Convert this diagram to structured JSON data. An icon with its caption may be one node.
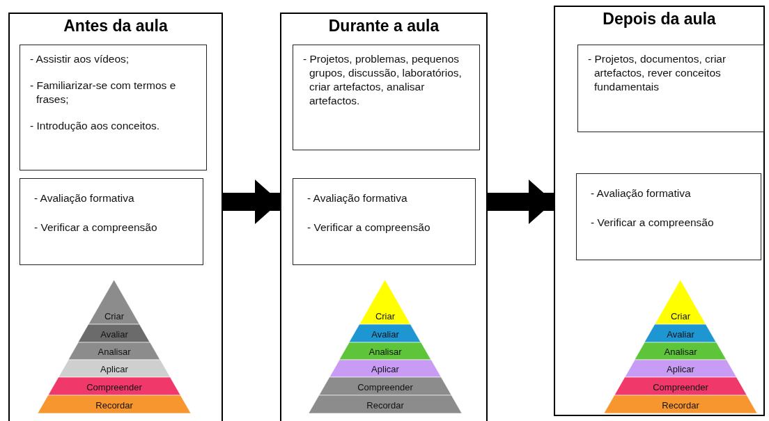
{
  "diagram": {
    "nodes": [
      {
        "text": [
          "Antes da aula"
        ]
      },
      {
        "text": [
          "- Assistir aos vídeos;",
          "- Familiarizar-se com termos e frases;",
          "- Introdução aos conceitos."
        ],
        "in": 0
      },
      {
        "text": [
          "- Avaliação formativa",
          "- Verificar a compreensão"
        ],
        "in": 0
      },
      {
        "text": [
          "Criar"
        ],
        "in": 0
      },
      {
        "text": [
          "Avaliar"
        ],
        "in": 0
      },
      {
        "text": [
          "Analisar"
        ],
        "in": 0
      },
      {
        "text": [
          "Aplicar"
        ],
        "in": 0
      },
      {
        "text": [
          "Compreender"
        ],
        "in": 0
      },
      {
        "text": [
          "Recordar"
        ],
        "in": 0
      },
      {
        "text": [
          "Durante a aula"
        ]
      },
      {
        "text": [
          "- Projetos, problemas, pequenos grupos, discussão, laboratórios, criar artefactos, analisar artefactos."
        ],
        "in": 9
      },
      {
        "text": [
          "- Avaliação formativa",
          "- Verificar a compreensão"
        ],
        "in": 9
      },
      {
        "text": [
          "Criar"
        ],
        "in": 9
      },
      {
        "text": [
          "Avaliar"
        ],
        "in": 9
      },
      {
        "text": [
          "Analisar"
        ],
        "in": 9
      },
      {
        "text": [
          "Aplicar"
        ],
        "in": 9
      },
      {
        "text": [
          "Compreender"
        ],
        "in": 9
      },
      {
        "text": [
          "Recordar"
        ],
        "in": 9
      },
      {
        "text": [
          "Depois da aula"
        ]
      },
      {
        "text": [
          "- Projetos, documentos, criar artefactos, rever conceitos fundamentais"
        ],
        "in": 18
      },
      {
        "text": [
          "- Avaliação formativa",
          "- Verificar a compreensão"
        ],
        "in": 18
      },
      {
        "text": [
          "Criar"
        ],
        "in": 18
      },
      {
        "text": [
          "Avaliar"
        ],
        "in": 18
      },
      {
        "text": [
          "Analisar"
        ],
        "in": 18
      },
      {
        "text": [
          "Aplicar"
        ],
        "in": 18
      },
      {
        "text": [
          "Compreender"
        ],
        "in": 18
      },
      {
        "text": [
          "Recordar"
        ],
        "in": 18
      }
    ],
    "edges": [
      {
        "from": 0,
        "to": 9,
        "arrow": "to"
      },
      {
        "from": 9,
        "to": 18,
        "arrow": "to"
      }
    ]
  }
}
